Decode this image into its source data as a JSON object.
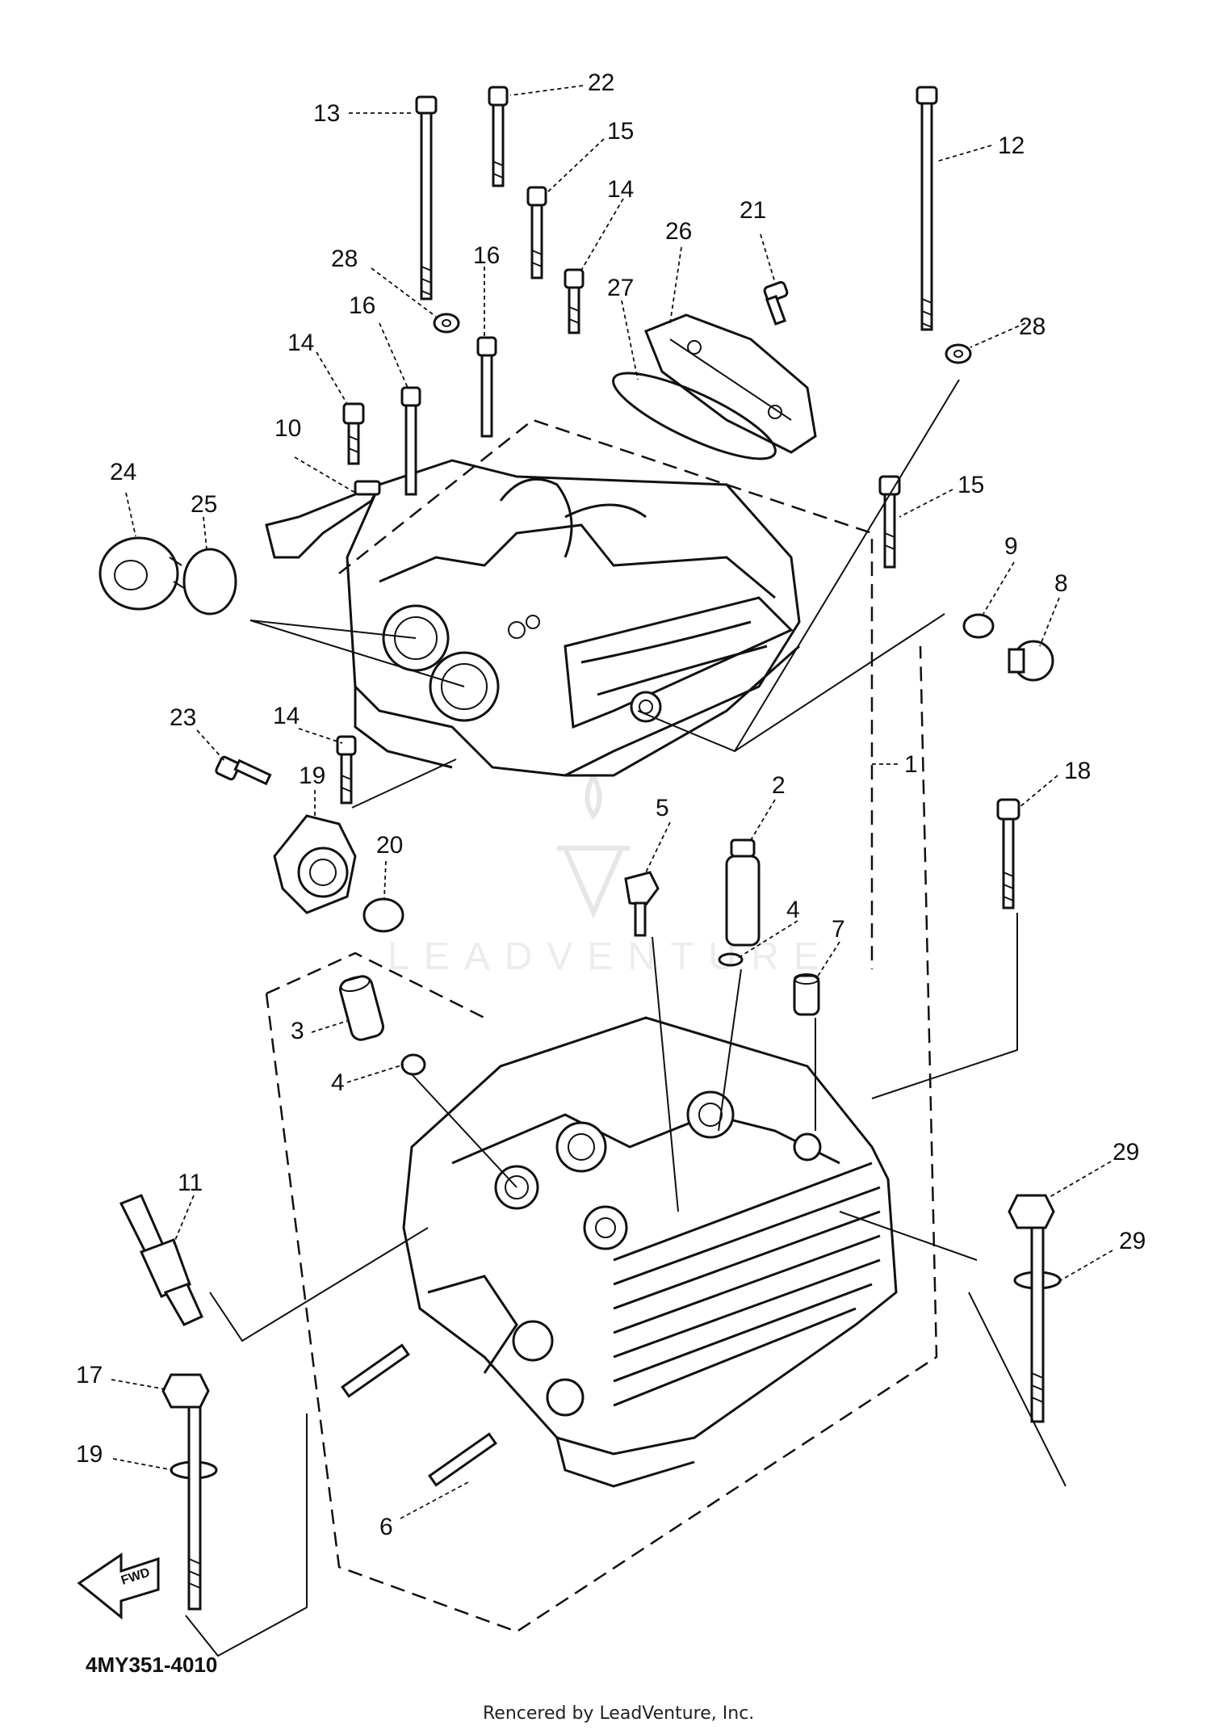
{
  "figure": {
    "code": "4MY351-4010",
    "credit": "Rencered by LeadVenture, Inc.",
    "watermark": "LEADVENTURE",
    "direction_badge": "FWD"
  },
  "callouts": [
    {
      "id": "c1",
      "text": "1"
    },
    {
      "id": "c2",
      "text": "2"
    },
    {
      "id": "c3",
      "text": "3"
    },
    {
      "id": "c4a",
      "text": "4"
    },
    {
      "id": "c4b",
      "text": "4"
    },
    {
      "id": "c5",
      "text": "5"
    },
    {
      "id": "c6",
      "text": "6"
    },
    {
      "id": "c7",
      "text": "7"
    },
    {
      "id": "c8",
      "text": "8"
    },
    {
      "id": "c9",
      "text": "9"
    },
    {
      "id": "c10",
      "text": "10"
    },
    {
      "id": "c11",
      "text": "11"
    },
    {
      "id": "c12",
      "text": "12"
    },
    {
      "id": "c13",
      "text": "13"
    },
    {
      "id": "c14a",
      "text": "14"
    },
    {
      "id": "c14b",
      "text": "14"
    },
    {
      "id": "c14c",
      "text": "14"
    },
    {
      "id": "c15a",
      "text": "15"
    },
    {
      "id": "c15b",
      "text": "15"
    },
    {
      "id": "c16a",
      "text": "16"
    },
    {
      "id": "c16b",
      "text": "16"
    },
    {
      "id": "c17",
      "text": "17"
    },
    {
      "id": "c18",
      "text": "18"
    },
    {
      "id": "c19a",
      "text": "19"
    },
    {
      "id": "c19b",
      "text": "19"
    },
    {
      "id": "c20",
      "text": "20"
    },
    {
      "id": "c21",
      "text": "21"
    },
    {
      "id": "c22",
      "text": "22"
    },
    {
      "id": "c23",
      "text": "23"
    },
    {
      "id": "c24",
      "text": "24"
    },
    {
      "id": "c25",
      "text": "25"
    },
    {
      "id": "c26",
      "text": "26"
    },
    {
      "id": "c27",
      "text": "27"
    },
    {
      "id": "c28a",
      "text": "28"
    },
    {
      "id": "c28b",
      "text": "28"
    },
    {
      "id": "c29a",
      "text": "29"
    },
    {
      "id": "c29b",
      "text": "29"
    }
  ]
}
